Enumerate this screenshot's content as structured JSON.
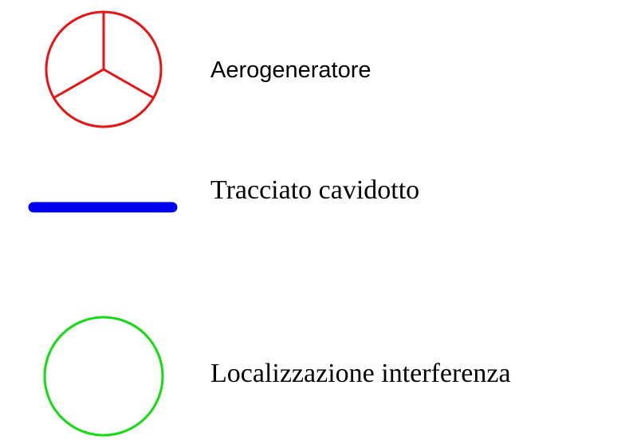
{
  "legend": {
    "items": [
      {
        "label": "Aerogeneratore",
        "symbol": "wind-turbine-icon",
        "color": "#ee1111"
      },
      {
        "label": "Tracciato cavidotto",
        "symbol": "cable-route-line",
        "color": "#0000ee"
      },
      {
        "label": "Localizzazione interferenza",
        "symbol": "interference-circle-icon",
        "color": "#11dd11"
      }
    ]
  }
}
